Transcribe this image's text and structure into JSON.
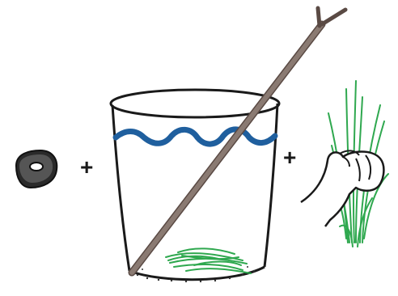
{
  "illustration": {
    "items": [
      {
        "name": "stone",
        "icon": "stone-disc-icon"
      },
      {
        "name": "plus",
        "text": "+"
      },
      {
        "name": "bucket-with-water-and-grass",
        "icon": "bucket-icon"
      },
      {
        "name": "plus",
        "text": "+"
      },
      {
        "name": "hand-holding-grass",
        "icon": "hand-grass-icon"
      }
    ],
    "colors": {
      "ink": "#1a1a1a",
      "water": "#1f5f9e",
      "grass": "#2fa84f",
      "stick": "#8a7a72"
    }
  }
}
